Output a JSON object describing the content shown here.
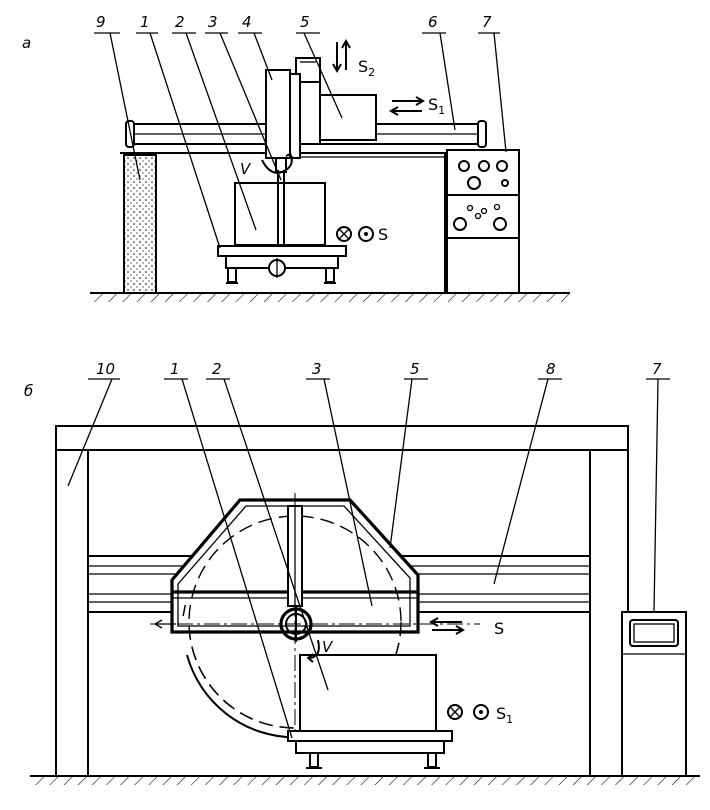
{
  "views": [
    {
      "id": "a",
      "label": "а"
    },
    {
      "id": "b",
      "label": "б"
    }
  ],
  "view_a": {
    "callouts": [
      "9",
      "1",
      "2",
      "3",
      "4",
      "5",
      "6",
      "7"
    ],
    "motions": {
      "v": "V",
      "s": "S",
      "s1": "S",
      "s1_sub": "1",
      "s2": "S",
      "s2_sub": "2"
    }
  },
  "view_b": {
    "callouts": [
      "10",
      "1",
      "2",
      "3",
      "5",
      "8",
      "7"
    ],
    "panel_mark": "I",
    "motions": {
      "v": "V",
      "s": "S",
      "s1": "S",
      "s1_sub": "1"
    }
  }
}
